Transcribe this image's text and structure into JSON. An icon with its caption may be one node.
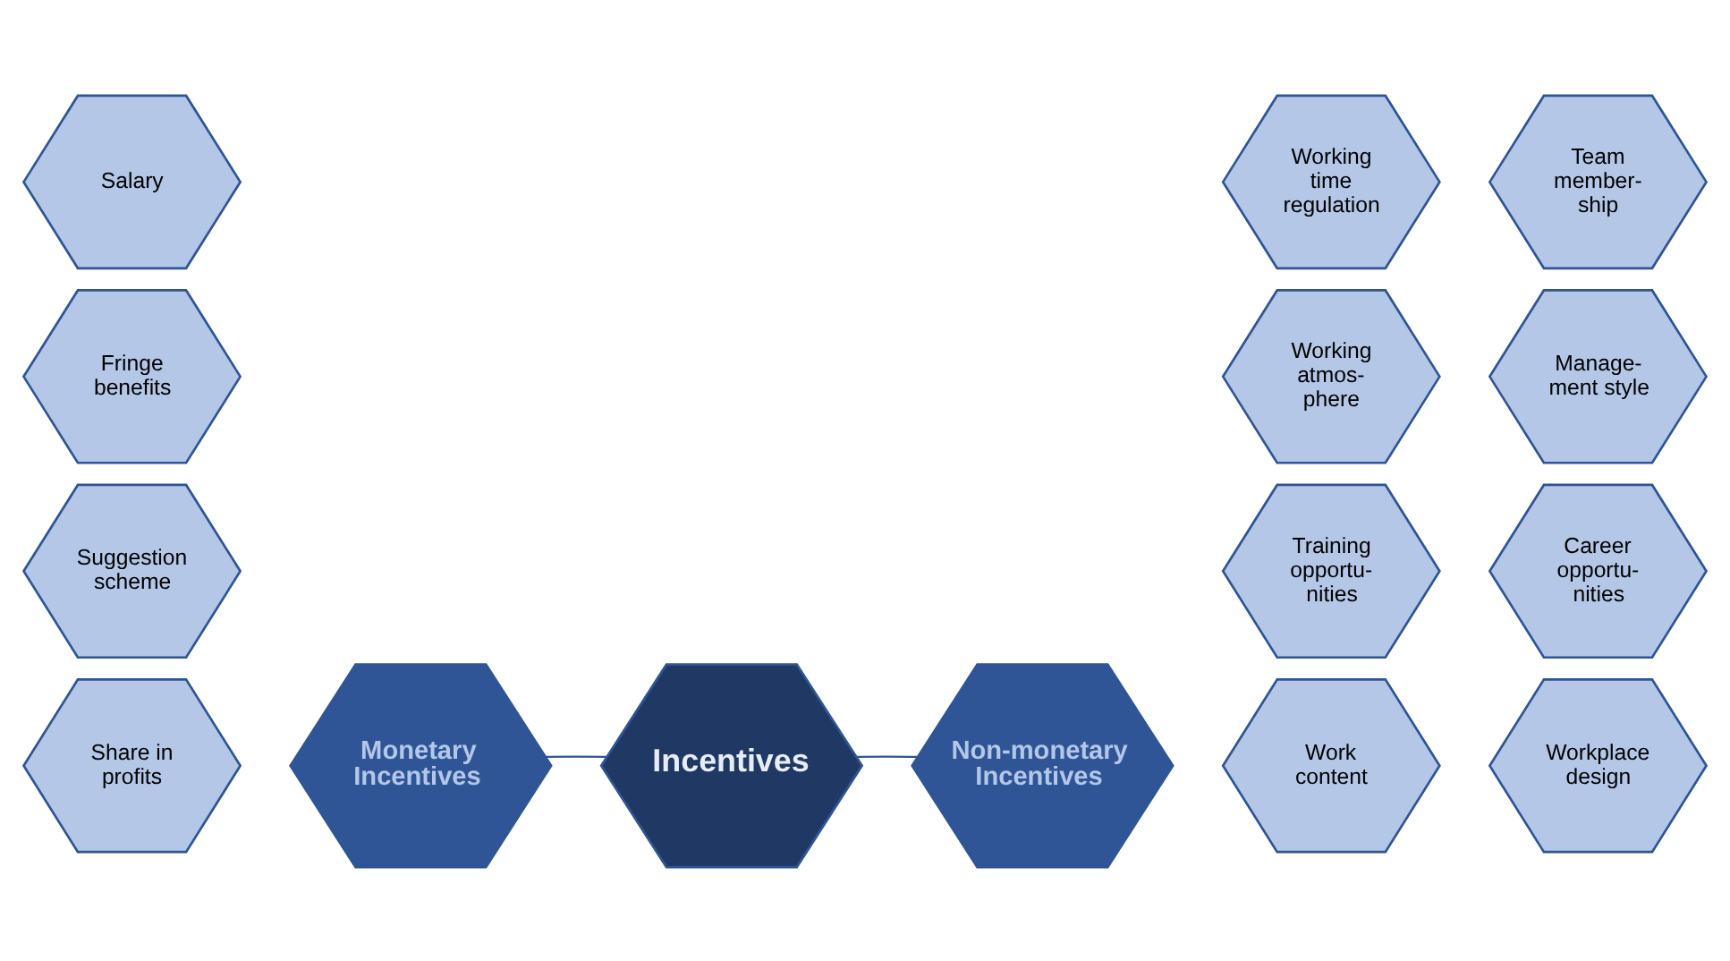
{
  "diagram": {
    "nodes": [
      {
        "text": [
          "Incentives"
        ]
      },
      {
        "text": [
          "Monetary Incentives"
        ]
      },
      {
        "text": [
          "Non-monetary Incentives"
        ]
      },
      {
        "text": [
          "Suggestion scheme"
        ]
      },
      {
        "text": [
          "Fringe benefits"
        ]
      },
      {
        "text": [
          "Share in profits"
        ]
      },
      {
        "text": [
          "Salary"
        ]
      },
      {
        "text": [
          "Training opportu- nities"
        ]
      },
      {
        "text": [
          "Career opportu- nities"
        ]
      },
      {
        "text": [
          "Working atmos- phere"
        ]
      },
      {
        "text": [
          "Manage- ment style"
        ]
      },
      {
        "text": [
          "Work content"
        ]
      },
      {
        "text": [
          "Workplace design"
        ]
      },
      {
        "text": [
          "Working time regulation"
        ]
      },
      {
        "text": [
          "Team member- ship"
        ]
      }
    ],
    "edges": [
      {
        "from": 0,
        "to": 1,
        "arrow": "none"
      },
      {
        "from": 0,
        "to": 2,
        "arrow": "none"
      }
    ]
  }
}
